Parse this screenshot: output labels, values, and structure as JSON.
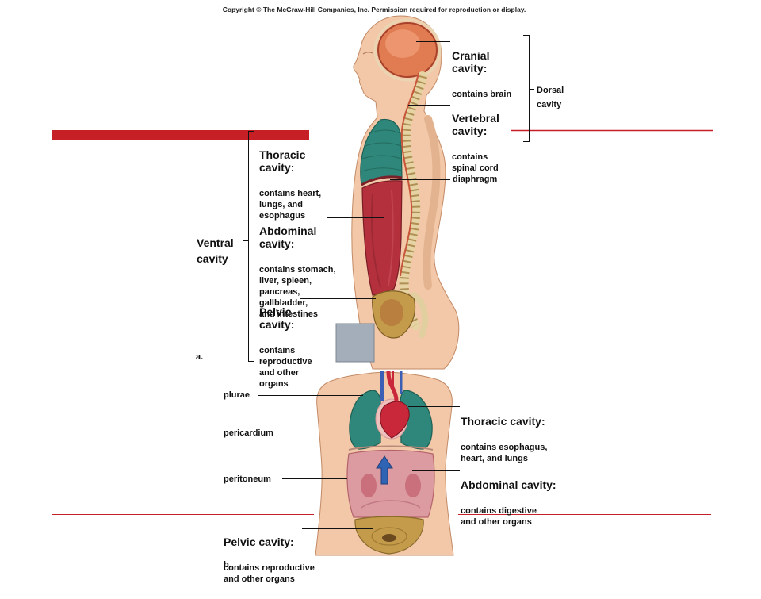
{
  "copyright": "Copyright © The McGraw-Hill Companies, Inc. Permission required for reproduction or display.",
  "figure_a": {
    "cranial": {
      "title": "Cranial\ncavity:",
      "desc": "contains brain"
    },
    "vertebral": {
      "title": "Vertebral\ncavity:",
      "desc": "contains\nspinal cord"
    },
    "dorsal_label": "Dorsal\ncavity",
    "diaphragm": "diaphragm",
    "thoracic": {
      "title": "Thoracic\ncavity:",
      "desc": "contains heart,\nlungs, and\nesophagus"
    },
    "abdominal": {
      "title": "Abdominal\ncavity:",
      "desc": "contains stomach,\nliver, spleen,\npancreas,\ngallbladder,\nand intestines"
    },
    "pelvic": {
      "title": "Pelvic\ncavity:",
      "desc": "contains\nreproductive\nand other\norgans"
    },
    "ventral_label": "Ventral\ncavity",
    "panel_label": "a."
  },
  "figure_b": {
    "plurae": "plurae",
    "pericardium": "pericardium",
    "peritoneum": "peritoneum",
    "thoracic": {
      "title": "Thoracic cavity:",
      "desc": "contains esophagus,\nheart, and lungs"
    },
    "abdominal": {
      "title": "Abdominal cavity:",
      "desc": "contains digestive\nand other organs"
    },
    "pelvic": {
      "title": "Pelvic cavity:",
      "desc": "contains reproductive\nand other organs"
    },
    "panel_label": "b."
  },
  "colors": {
    "accent_red": "#c71f26",
    "skin": "#f2c8a8",
    "brain": "#e07b52",
    "thoracic": "#2e877a",
    "abdominal": "#b5303d",
    "pelvic": "#c49b4a",
    "abdominal_front": "#dc9ba1",
    "heart": "#c8283a",
    "vessel_blue": "#3b5fb4",
    "arrow_blue": "#2f63b3",
    "placeholder_square": "#a4aeba"
  }
}
